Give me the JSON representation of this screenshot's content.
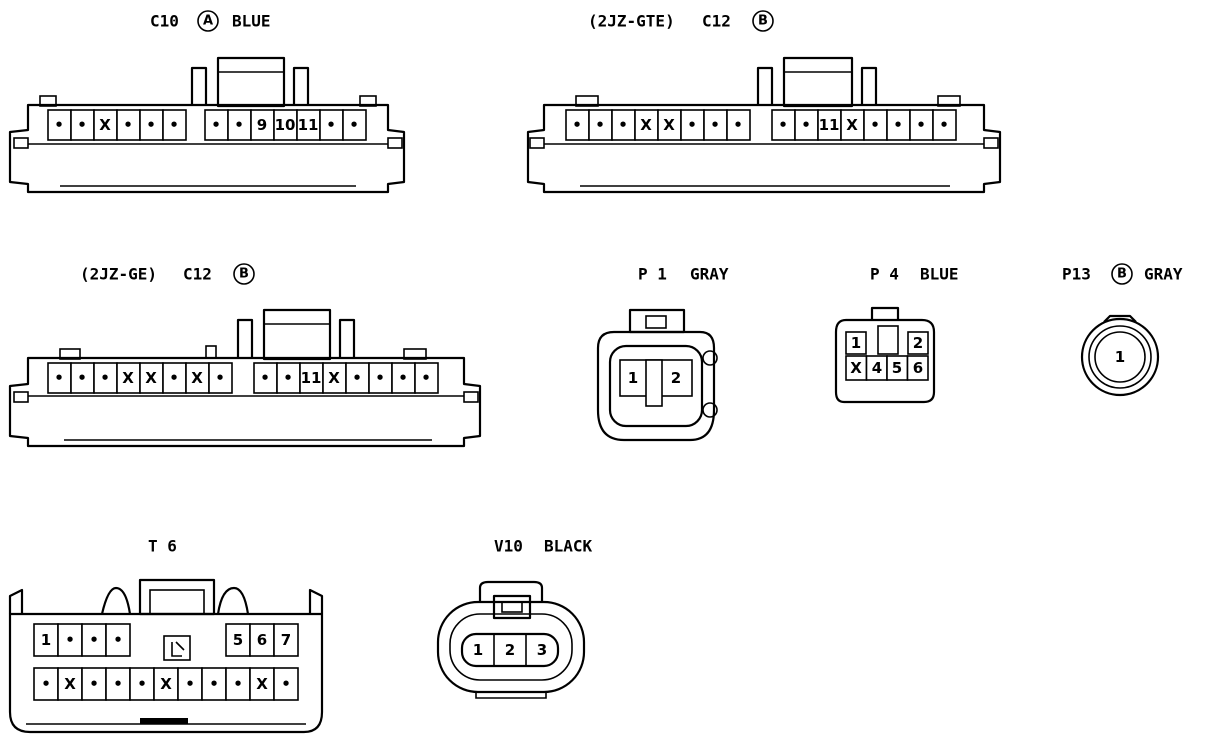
{
  "connectors": {
    "c10": {
      "code": "C10",
      "variant": "A",
      "color": "BLUE",
      "left_pins": [
        "•",
        "•",
        "X",
        "•",
        "•",
        "•"
      ],
      "right_pins": [
        "•",
        "•",
        "9",
        "10",
        "11",
        "•",
        "•"
      ]
    },
    "c12_gte": {
      "prefix": "(2JZ-GTE)",
      "code": "C12",
      "variant": "B",
      "left_pins": [
        "•",
        "•",
        "•",
        "X",
        "X",
        "•",
        "•",
        "•"
      ],
      "right_pins": [
        "•",
        "•",
        "11",
        "X",
        "•",
        "•",
        "•",
        "•"
      ]
    },
    "c12_ge": {
      "prefix": "(2JZ-GE)",
      "code": "C12",
      "variant": "B",
      "left_pins": [
        "•",
        "•",
        "•",
        "X",
        "X",
        "•",
        "X",
        "•"
      ],
      "right_pins": [
        "•",
        "•",
        "11",
        "X",
        "•",
        "•",
        "•",
        "•"
      ]
    },
    "p1": {
      "code": "P 1",
      "color": "GRAY",
      "pins": [
        "1",
        "2"
      ]
    },
    "p4": {
      "code": "P 4",
      "color": "BLUE",
      "top_pins": [
        "1",
        "",
        "2"
      ],
      "bottom_pins": [
        "X",
        "4",
        "5",
        "6"
      ]
    },
    "p13": {
      "code": "P13",
      "variant": "B",
      "color": "GRAY",
      "pins": [
        "1"
      ]
    },
    "t6": {
      "code": "T 6",
      "top_pins": [
        "1",
        "•",
        "•",
        "•",
        "",
        "",
        "",
        "",
        "5",
        "6",
        "7"
      ],
      "bottom_pins": [
        "•",
        "X",
        "•",
        "•",
        "•",
        "X",
        "•",
        "•",
        "•",
        "X",
        "•"
      ]
    },
    "v10": {
      "code": "V10",
      "color": "BLACK",
      "pins": [
        "1",
        "2",
        "3"
      ]
    }
  }
}
